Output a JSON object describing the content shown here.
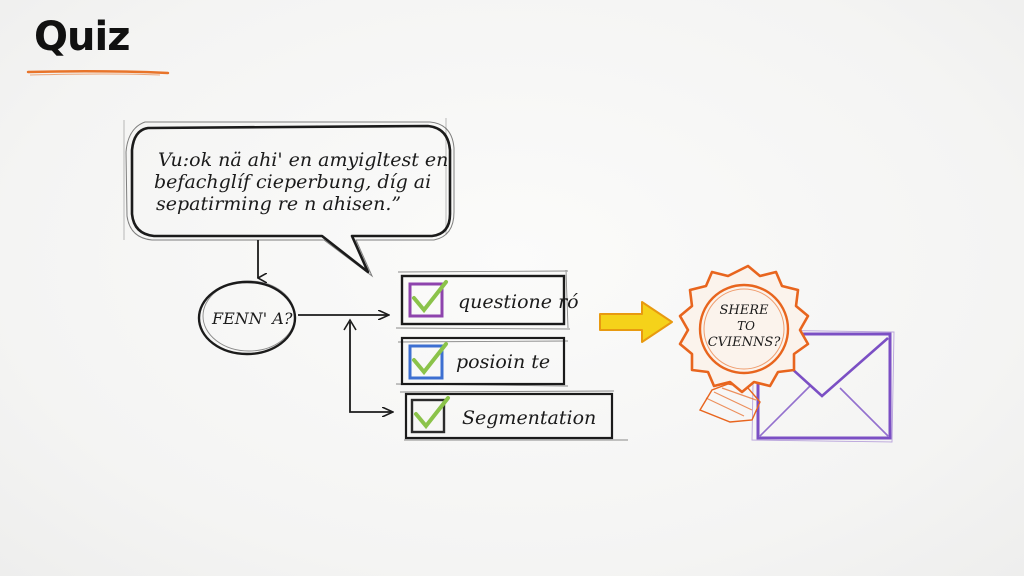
{
  "title": "Quiz",
  "speech_bubble": {
    "lines": [
      "Vu:ok nä ahi' en amyigltest en",
      "befachglíf cieperbung, díg ai",
      "sepatirming re n ahisen.”"
    ]
  },
  "start_node": {
    "label": "FENN' A?"
  },
  "options": [
    {
      "label": "questione ró",
      "checkbox_color": "#8e44ad",
      "checked": true
    },
    {
      "label": "posioin te",
      "checkbox_color": "#3d6fd1",
      "checked": true
    },
    {
      "label": "Segmentation",
      "checkbox_color": "#2c2c2c",
      "checked": true
    }
  ],
  "badge": {
    "lines": [
      "SHERE",
      "TO",
      "CVIENNS?"
    ],
    "color": "#e8651e"
  },
  "envelope": {
    "icon": "envelope-icon",
    "color": "#7b4fc4"
  },
  "colors": {
    "accent_underline": "#e8742a",
    "check_green": "#8bc34a",
    "arrow_yellow": "#f2c400",
    "ink": "#1b1b1b"
  }
}
